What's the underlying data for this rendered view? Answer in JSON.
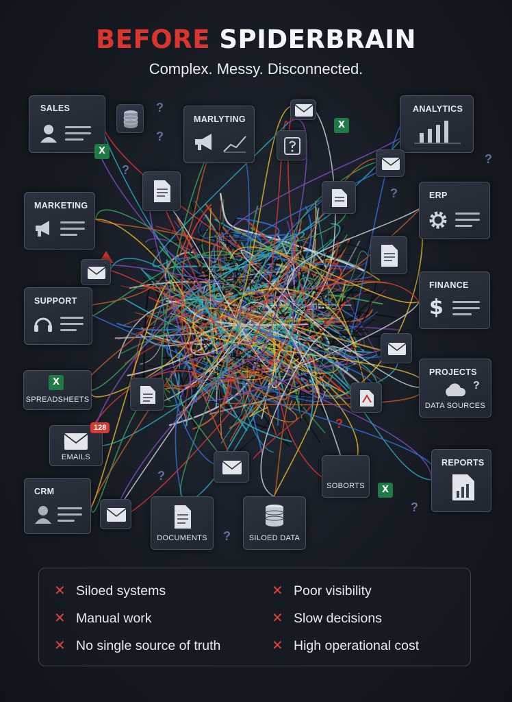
{
  "header": {
    "title_red": "BEFORE",
    "title_white": "SPIDERBRAIN",
    "subtitle": "Complex. Messy. Disconnected."
  },
  "cards": {
    "sales": "SALES",
    "marketing_top": "MARLYTING",
    "analytics": "ANALYTICS",
    "marketing": "MARKETING",
    "erp": "ERP",
    "support": "SUPPORT",
    "finance": "FINANCE",
    "spreadsheets": "SPREADSHEETS",
    "projects": "PROJECTS",
    "data_sources": "DATA SOURCES",
    "emails": "EMAILS",
    "emails_badge": "128",
    "reports": "REPORTS",
    "crm": "CRM",
    "documents": "DOCUMENTS",
    "siloed_data": "SILOED DATA",
    "soborts": "SOBORTS"
  },
  "icons": {
    "xl": "X",
    "question": "?"
  },
  "problems": [
    "Siloed systems",
    "Poor visibility",
    "Manual work",
    "Slow decisions",
    "No single source of truth",
    "High operational cost"
  ],
  "colors": {
    "accent_red": "#d8362f",
    "background": "#161b23",
    "wire_palette": [
      "#d8362f",
      "#2f6fd1",
      "#e0b52a",
      "#7f4bb8",
      "#3aa05a",
      "#c9ccd2",
      "#2aa6b8",
      "#c05a28"
    ]
  }
}
